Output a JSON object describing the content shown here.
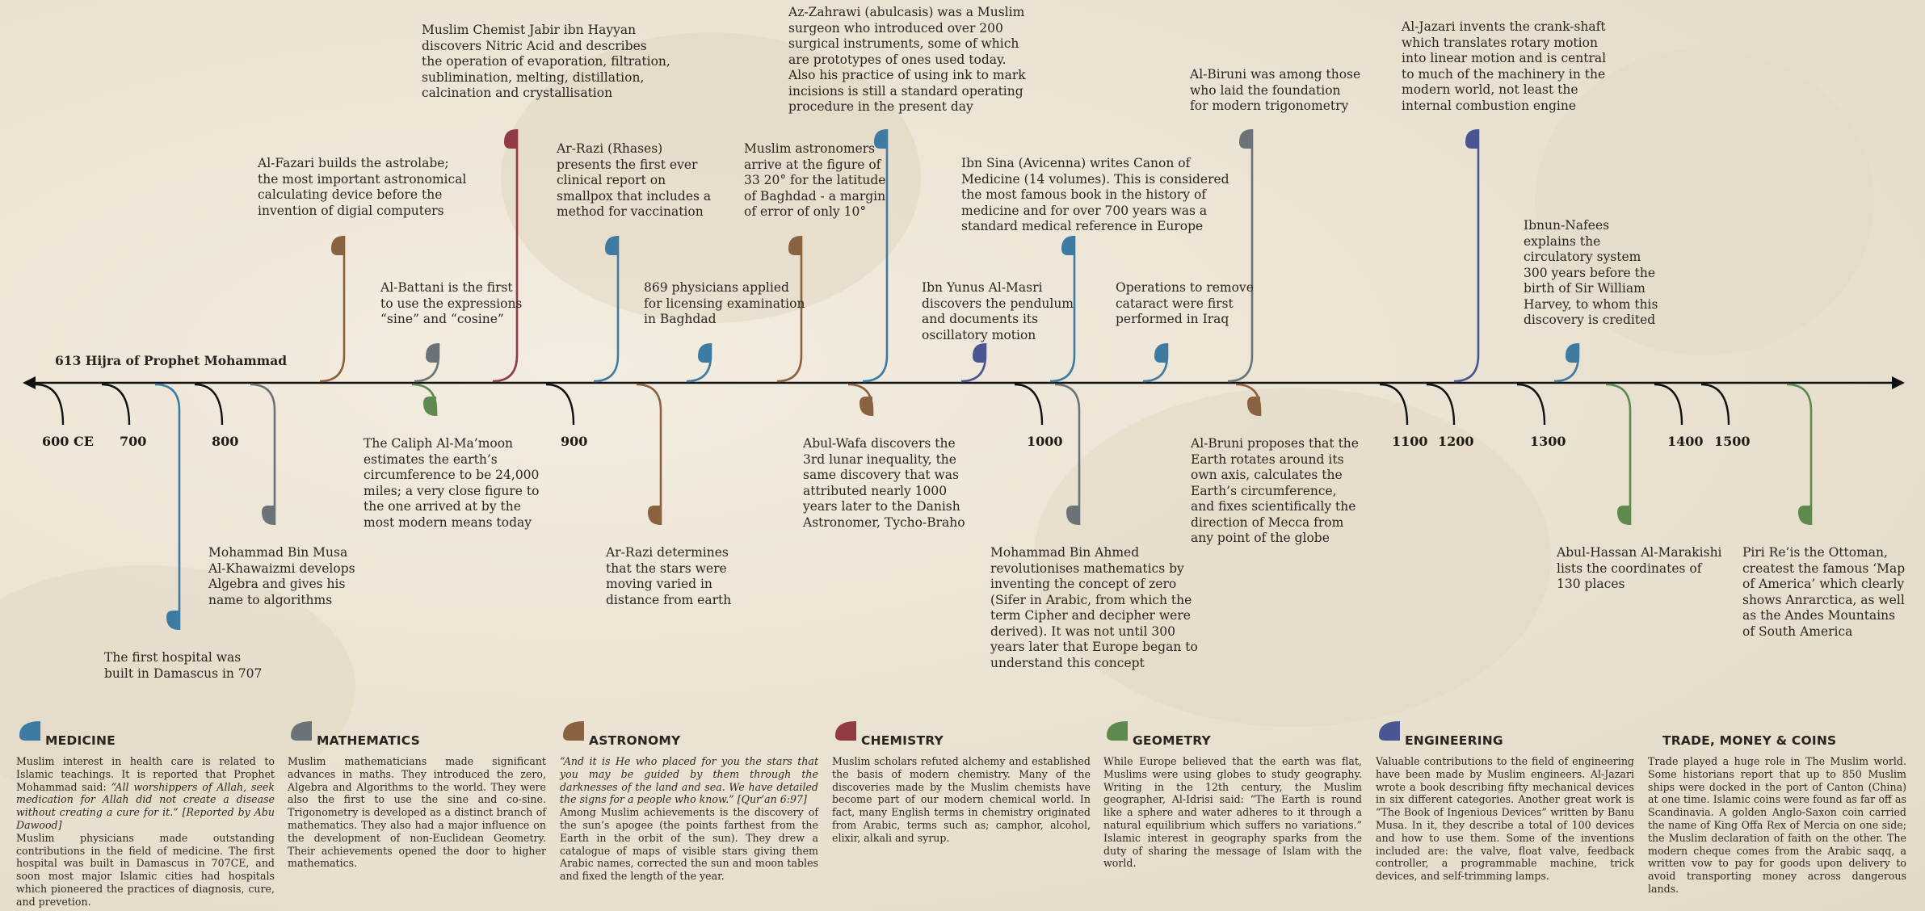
{
  "colors": {
    "medicine": "#3e7ba3",
    "mathematics": "#6b7378",
    "astronomy": "#8a6240",
    "chemistry": "#8f3a44",
    "geometry": "#5e8a50",
    "engineering": "#4a5592",
    "axis": "#111111"
  },
  "timeline": {
    "start_label": "613 Hijra of Prophet Mohammad",
    "years": [
      "600 CE",
      "700",
      "800",
      "900",
      "1000",
      "1100",
      "1200",
      "1300",
      "1400",
      "1500"
    ]
  },
  "events_above": [
    {
      "category": "chemistry",
      "text": [
        "Muslim Chemist Jabir ibn Hayyan",
        "discovers Nitric Acid and describes",
        "the operation of evaporation, filtration,",
        "sublimination, melting, distillation,",
        "calcination and crystallisation"
      ]
    },
    {
      "category": "medicine",
      "text": [
        "Az-Zahrawi (abulcasis) was a Muslim",
        "surgeon who introduced over 200",
        "surgical instruments, some of which",
        "are prototypes of ones used today.",
        "Also his practice of using ink to mark",
        "incisions is still a standard operating",
        "procedure in the present day"
      ]
    },
    {
      "category": "engineering",
      "text": [
        "Al-Jazari invents the crank-shaft",
        "which translates rotary motion",
        "into linear motion and is central",
        "to much of the machinery in the",
        "modern world, not least the",
        "internal combustion engine"
      ]
    },
    {
      "category": "mathematics",
      "text": [
        "Al-Biruni was among those",
        "who laid the foundation",
        "for modern trigonometry"
      ]
    },
    {
      "category": "astronomy",
      "text": [
        "Al-Fazari builds the astrolabe;",
        "the most important astronomical",
        "calculating device before the",
        "invention of digial computers"
      ]
    },
    {
      "category": "medicine",
      "text": [
        "Ar-Razi (Rhases)",
        "presents the first ever",
        "clinical report on",
        "smallpox that includes a",
        "method for vaccination"
      ]
    },
    {
      "category": "astronomy",
      "text": [
        "Muslim astronomers",
        "arrive at the figure of",
        "33 20° for the latitude",
        "of Baghdad - a margin",
        "of error of only 10°"
      ]
    },
    {
      "category": "medicine",
      "text": [
        "Ibn Sina (Avicenna) writes Canon of",
        "Medicine (14 volumes). This is considered",
        "the most famous book in the history of",
        "medicine and for over 700 years was a",
        "standard medical reference in Europe"
      ]
    },
    {
      "category": "medicine",
      "text": [
        "Ibnun-Nafees",
        "explains the",
        "circulatory system",
        "300 years before the",
        "birth of Sir William",
        "Harvey, to whom this",
        "discovery is credited"
      ]
    },
    {
      "category": "mathematics",
      "text": [
        "Al-Battani is the first",
        "to use the expressions",
        "“sine” and “cosine”"
      ]
    },
    {
      "category": "medicine",
      "text": [
        "869 physicians applied",
        "for licensing examination",
        "in Baghdad"
      ]
    },
    {
      "category": "engineering",
      "text": [
        "Ibn Yunus Al-Masri",
        "discovers the pendulum",
        "and documents its",
        "oscillatory motion"
      ]
    },
    {
      "category": "medicine",
      "text": [
        "Operations to remove",
        "cataract were first",
        "performed in Iraq"
      ]
    }
  ],
  "events_below": [
    {
      "category": "geometry",
      "text": [
        "The Caliph Al-Ma’moon",
        "estimates the earth’s",
        "circumference to be 24,000",
        "miles; a very close figure to",
        "the one arrived at by the",
        "most modern means today"
      ]
    },
    {
      "category": "astronomy",
      "text": [
        "Abul-Wafa discovers the",
        "3rd lunar inequality, the",
        "same discovery that was",
        "attributed nearly 1000",
        "years later to the Danish",
        "Astronomer, Tycho-Braho"
      ]
    },
    {
      "category": "astronomy",
      "text": [
        "Al-Bruni proposes that the",
        "Earth rotates around its",
        "own axis, calculates the",
        "Earth’s circumference,",
        "and fixes scientifically the",
        "direction of Mecca from",
        "any point of the globe"
      ]
    },
    {
      "category": "mathematics",
      "text": [
        "Mohammad Bin Musa",
        "Al-Khawaizmi develops",
        "Algebra and gives his",
        "name to algorithms"
      ]
    },
    {
      "category": "astronomy",
      "text": [
        "Ar-Razi determines",
        "that the stars were",
        "moving varied in",
        "distance from earth"
      ]
    },
    {
      "category": "mathematics",
      "text": [
        "Mohammad Bin Ahmed",
        "revolutionises mathematics by",
        "inventing the concept of zero",
        "(Sifer in Arabic, from which the",
        "term Cipher and decipher were",
        "derived). It was not until 300",
        "years later that Europe began to",
        "understand this concept"
      ]
    },
    {
      "category": "geometry",
      "text": [
        "Abul-Hassan Al-Marakishi",
        "lists the coordinates of",
        "130 places"
      ]
    },
    {
      "category": "geometry",
      "text": [
        "Piri Re’is the Ottoman,",
        "createst the famous ‘Map",
        "of America’ which clearly",
        "shows Anrarctica, as well",
        "as the Andes Mountains",
        "of South America"
      ]
    },
    {
      "category": "medicine",
      "text": [
        "The first hospital was",
        "built in Damascus in 707"
      ]
    }
  ],
  "categories": [
    {
      "key": "medicine",
      "title": "MEDICINE",
      "paragraphs": [
        {
          "text": "Muslim interest in health care is related to Islamic teachings. It is reported that Prophet Mohammad said: ",
          "italic": "“All worshippers of Allah, seek medication for Allah did not create a disease without creating a cure for it.” [Reported by Abu Dawood]"
        },
        {
          "text": "Muslim physicians made outstanding contributions in the field of medicine. The first hospital was built in Damascus in 707CE, and soon most major Islamic cities had hospitals which pioneered the practices of diagnosis, cure, and prevetion.",
          "italic": ""
        }
      ]
    },
    {
      "key": "mathematics",
      "title": "MATHEMATICS",
      "paragraphs": [
        {
          "text": "Muslim mathematicians made significant advances in maths. They introduced the zero, Algebra and Algorithms to the world. They were also the first to use the sine and co-sine. Trigonometry is developed as a distinct branch of mathematics. They also had a major influence on the development of non-Euclidean Geometry. Their achievements opened the door to higher mathematics.",
          "italic": ""
        }
      ]
    },
    {
      "key": "astronomy",
      "title": "ASTRONOMY",
      "paragraphs": [
        {
          "text": "",
          "italic": "“And it is He who placed for you the stars that you may be guided by them through the darknesses of the land and sea. We have detailed the signs for a people who know.” [Qur’an 6:97]"
        },
        {
          "text": "Among Muslim achievements is the discovery of the sun’s apogee (the points farthest from the Earth in the orbit of the sun). They drew a catalogue of maps of visible stars giving them Arabic names, corrected the sun and moon tables and fixed the length of the year.",
          "italic": ""
        }
      ]
    },
    {
      "key": "chemistry",
      "title": "CHEMISTRY",
      "paragraphs": [
        {
          "text": "Muslim scholars refuted alchemy and established the basis of modern chemistry. Many of the discoveries made by the Muslim chemists have become part of our modern chemical world. In fact, many English terms in chemistry originated from Arabic, terms such as; camphor, alcohol, elixir, alkali and syrup.",
          "italic": ""
        }
      ]
    },
    {
      "key": "geometry",
      "title": "GEOMETRY",
      "paragraphs": [
        {
          "text": "While Europe believed that the earth was flat, Muslims were using globes to study geography. Writing in the 12th century, the Muslim geographer, Al-Idrisi said: “The Earth is round like a sphere and water adheres to it through a natural equilibrium which suffers no variations.” Islamic interest in geography sparks from the duty of sharing the message of Islam with the world.",
          "italic": ""
        }
      ]
    },
    {
      "key": "engineering",
      "title": "ENGINEERING",
      "paragraphs": [
        {
          "text": "Valuable contributions to the field of engineering have been made by Muslim engineers. Al-Jazari wrote a book describing fifty mechanical devices in six different categories. Another great work is “The Book of Ingenious Devices” written by Banu Musa. In it, they describe a total of 100 devices and how to use them. Some of the inventions included are: the valve, float valve, feedback controller, a programmable machine, trick devices, and self-trimming lamps.",
          "italic": ""
        }
      ]
    },
    {
      "key": "trade",
      "title": "TRADE, MONEY & COINS",
      "paragraphs": [
        {
          "text": "Trade played a huge role in The Muslim world. Some historians report that up to 850 Muslim ships were docked in the port of Canton (China) at one time. Islamic coins were found as far off as Scandinavia. A golden Anglo-Saxon coin carried the name of King Offa Rex of Mercia on one side; the Muslim declaration of faith on the other. The modern cheque comes from the Arabic saqq, a written vow to pay for goods upon delivery to avoid transporting money across dangerous lands.",
          "italic": ""
        }
      ]
    }
  ]
}
